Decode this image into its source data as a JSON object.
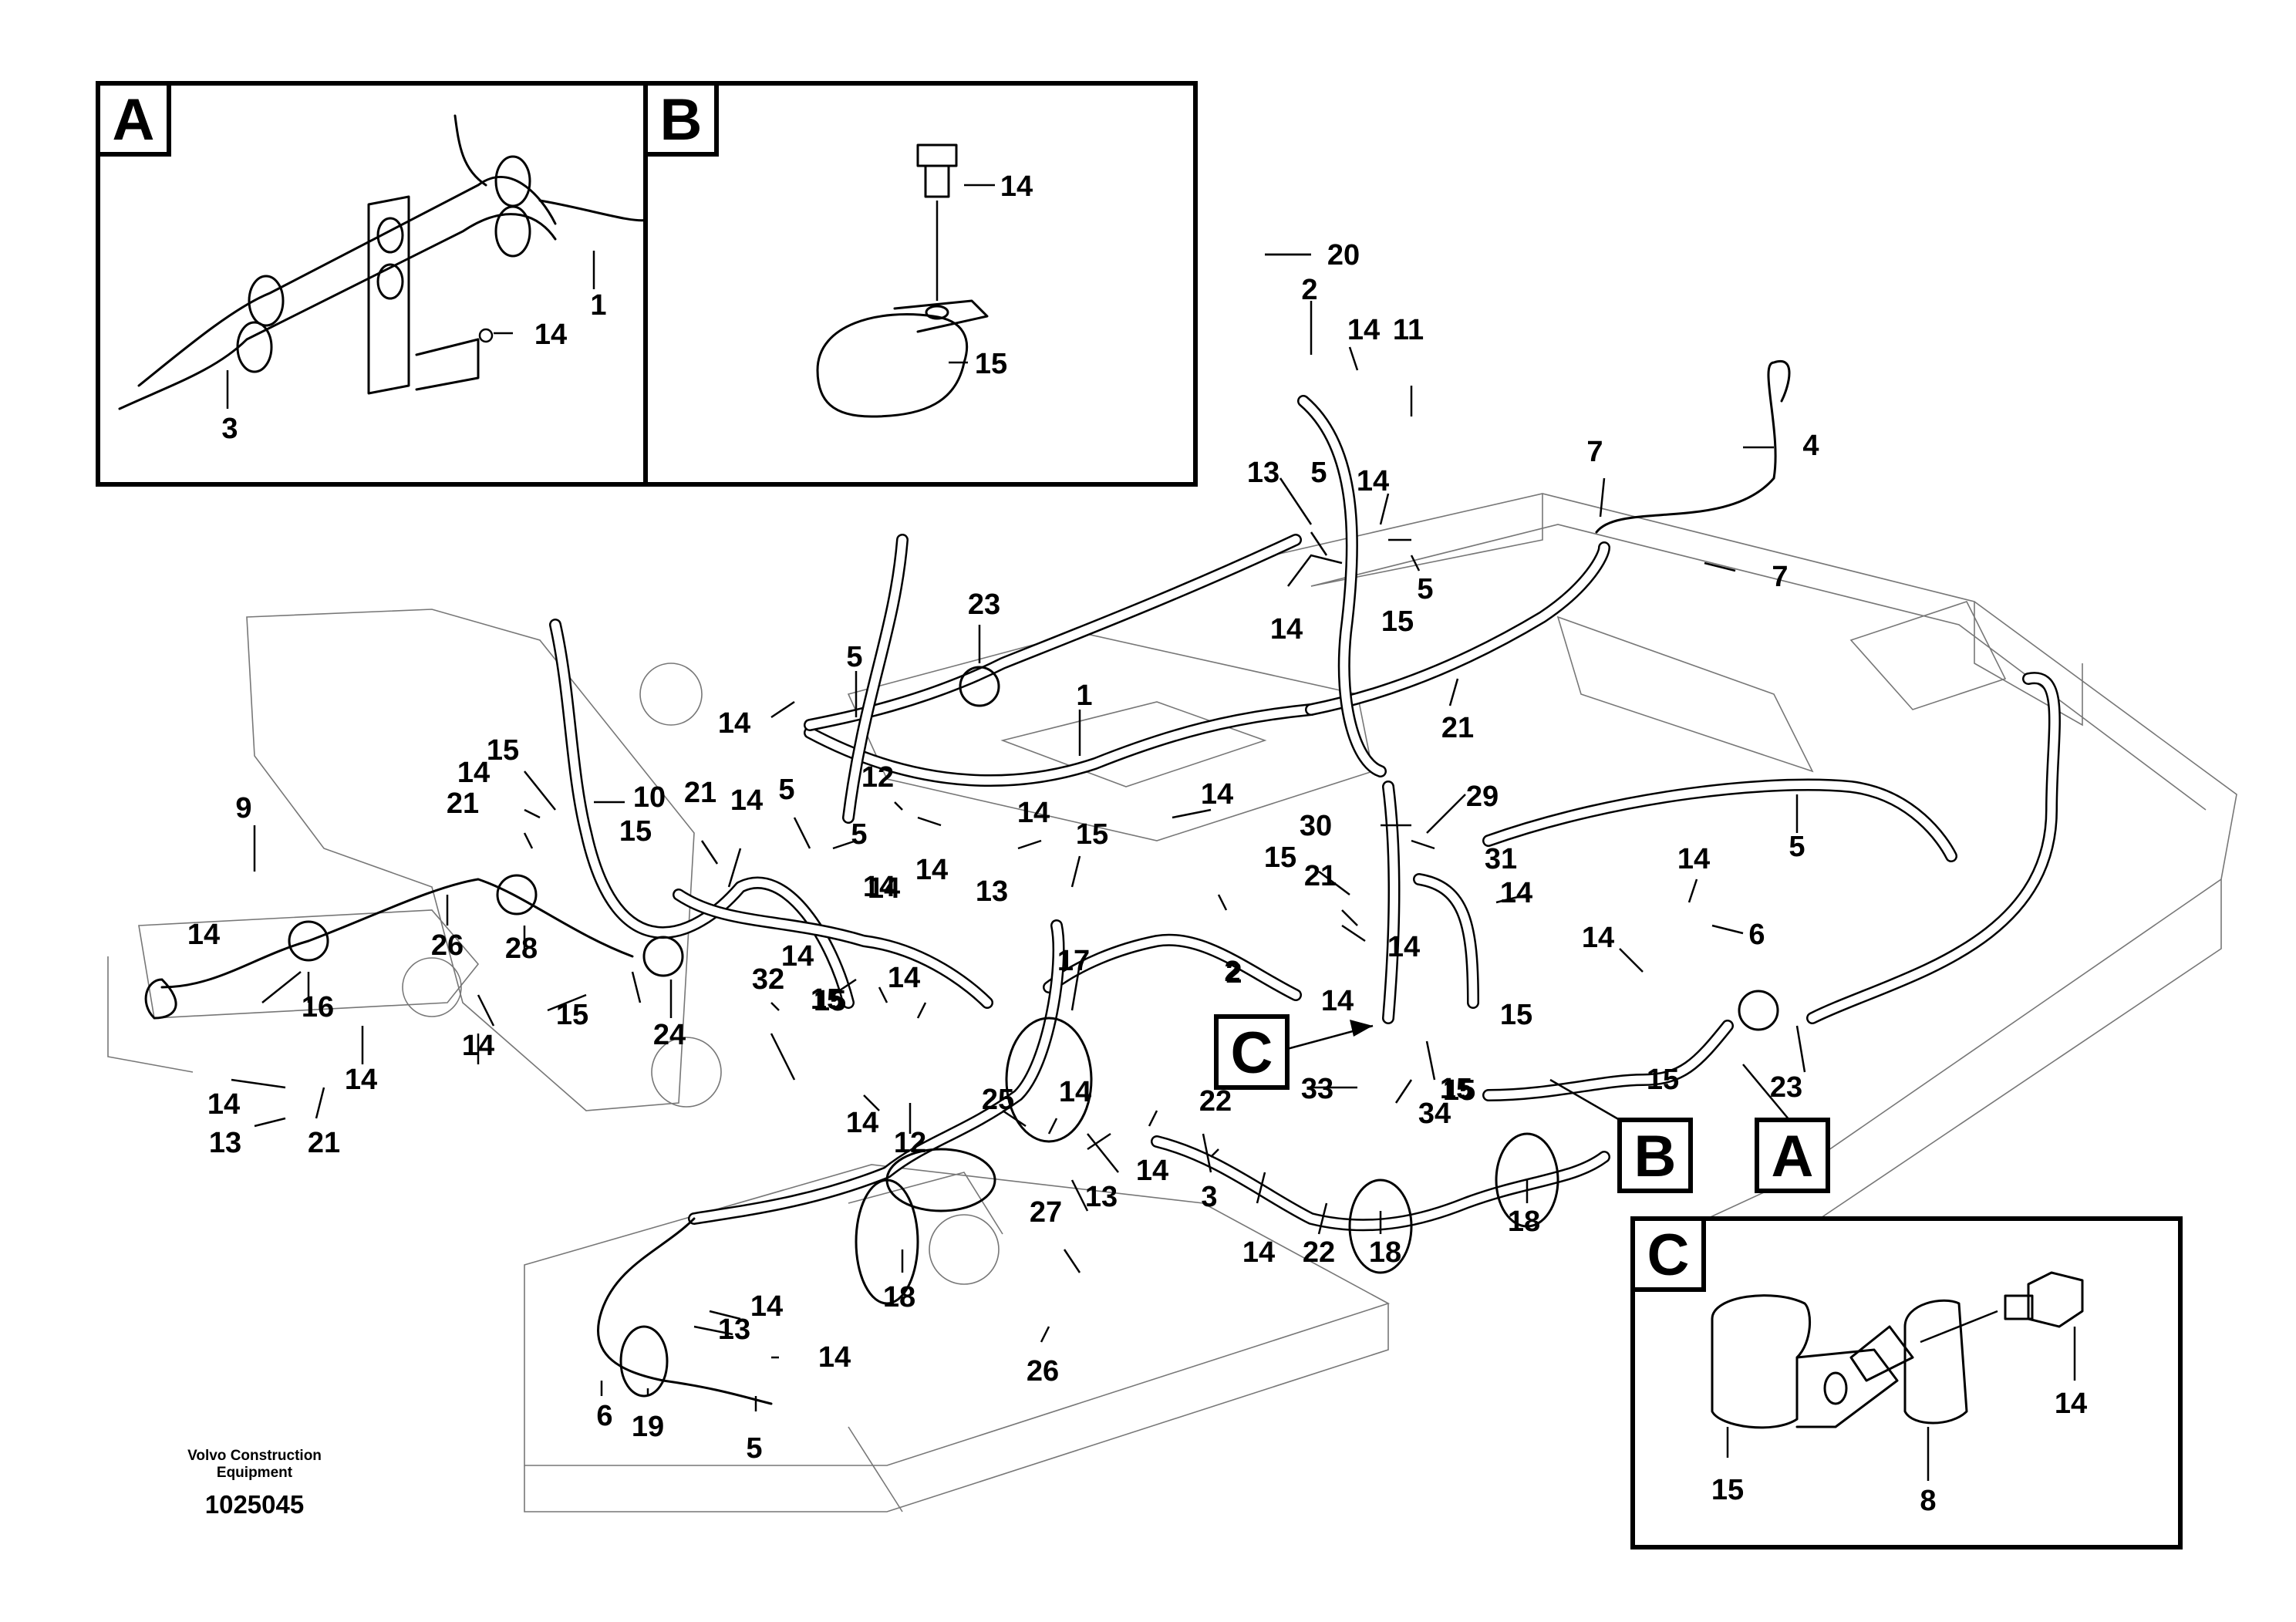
{
  "diagram": {
    "title": "",
    "footer": {
      "brand_line1": "Volvo Construction",
      "brand_line2": "Equipment",
      "drawing_number": "1025045"
    },
    "detail_boxes": [
      {
        "id": "A",
        "label": "A",
        "callouts": [
          "1",
          "14",
          "3"
        ]
      },
      {
        "id": "B",
        "label": "B",
        "callouts": [
          "14",
          "15"
        ]
      },
      {
        "id": "C",
        "label": "C",
        "callouts": [
          "14",
          "15",
          "8"
        ]
      }
    ],
    "pointer_labels": {
      "A": "A",
      "B": "B",
      "C": "C"
    },
    "callouts": [
      "20",
      "2",
      "14",
      "11",
      "4",
      "7",
      "13",
      "5",
      "14",
      "7",
      "5",
      "15",
      "14",
      "23",
      "1",
      "5",
      "14",
      "21",
      "2",
      "29",
      "30",
      "31",
      "9",
      "15",
      "10",
      "14",
      "21",
      "14",
      "21",
      "5",
      "12",
      "5",
      "14",
      "14",
      "14",
      "14",
      "15",
      "15",
      "13",
      "15",
      "14",
      "21",
      "5",
      "26",
      "28",
      "14",
      "16",
      "14",
      "15",
      "15",
      "14",
      "17",
      "2",
      "14",
      "14",
      "14",
      "6",
      "15",
      "15",
      "15",
      "14",
      "24",
      "32",
      "14",
      "15",
      "14",
      "13",
      "21",
      "14",
      "14",
      "14",
      "12",
      "25",
      "22",
      "14",
      "15",
      "23",
      "33",
      "34",
      "14",
      "3",
      "27",
      "13",
      "14",
      "22",
      "18",
      "18",
      "18",
      "14",
      "13",
      "14",
      "26",
      "6",
      "19",
      "5"
    ]
  }
}
